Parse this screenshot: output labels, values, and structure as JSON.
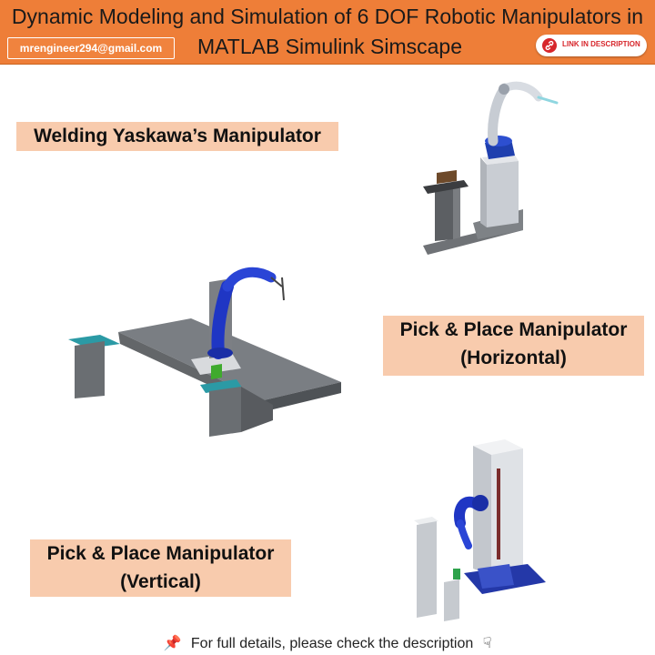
{
  "header": {
    "title_line1": "Dynamic Modeling and Simulation of 6 DOF Robotic Manipulators in",
    "title_line2": "MATLAB Simulink Simscape",
    "email": "mrengineer294@gmail.com",
    "link_label": "LINK IN DESCRIPTION",
    "accent_color": "#ee7e38"
  },
  "sections": {
    "welding": {
      "label": "Welding Yaskawa’s Manipulator"
    },
    "horizontal": {
      "label_line1": "Pick & Place Manipulator",
      "label_line2": "(Horizontal)"
    },
    "vertical": {
      "label_line1": "Pick & Place Manipulator",
      "label_line2": "(Vertical)"
    }
  },
  "footer": {
    "text": "For full details, please check the description",
    "pin_icon": "📌",
    "hand_icon": "☟"
  }
}
